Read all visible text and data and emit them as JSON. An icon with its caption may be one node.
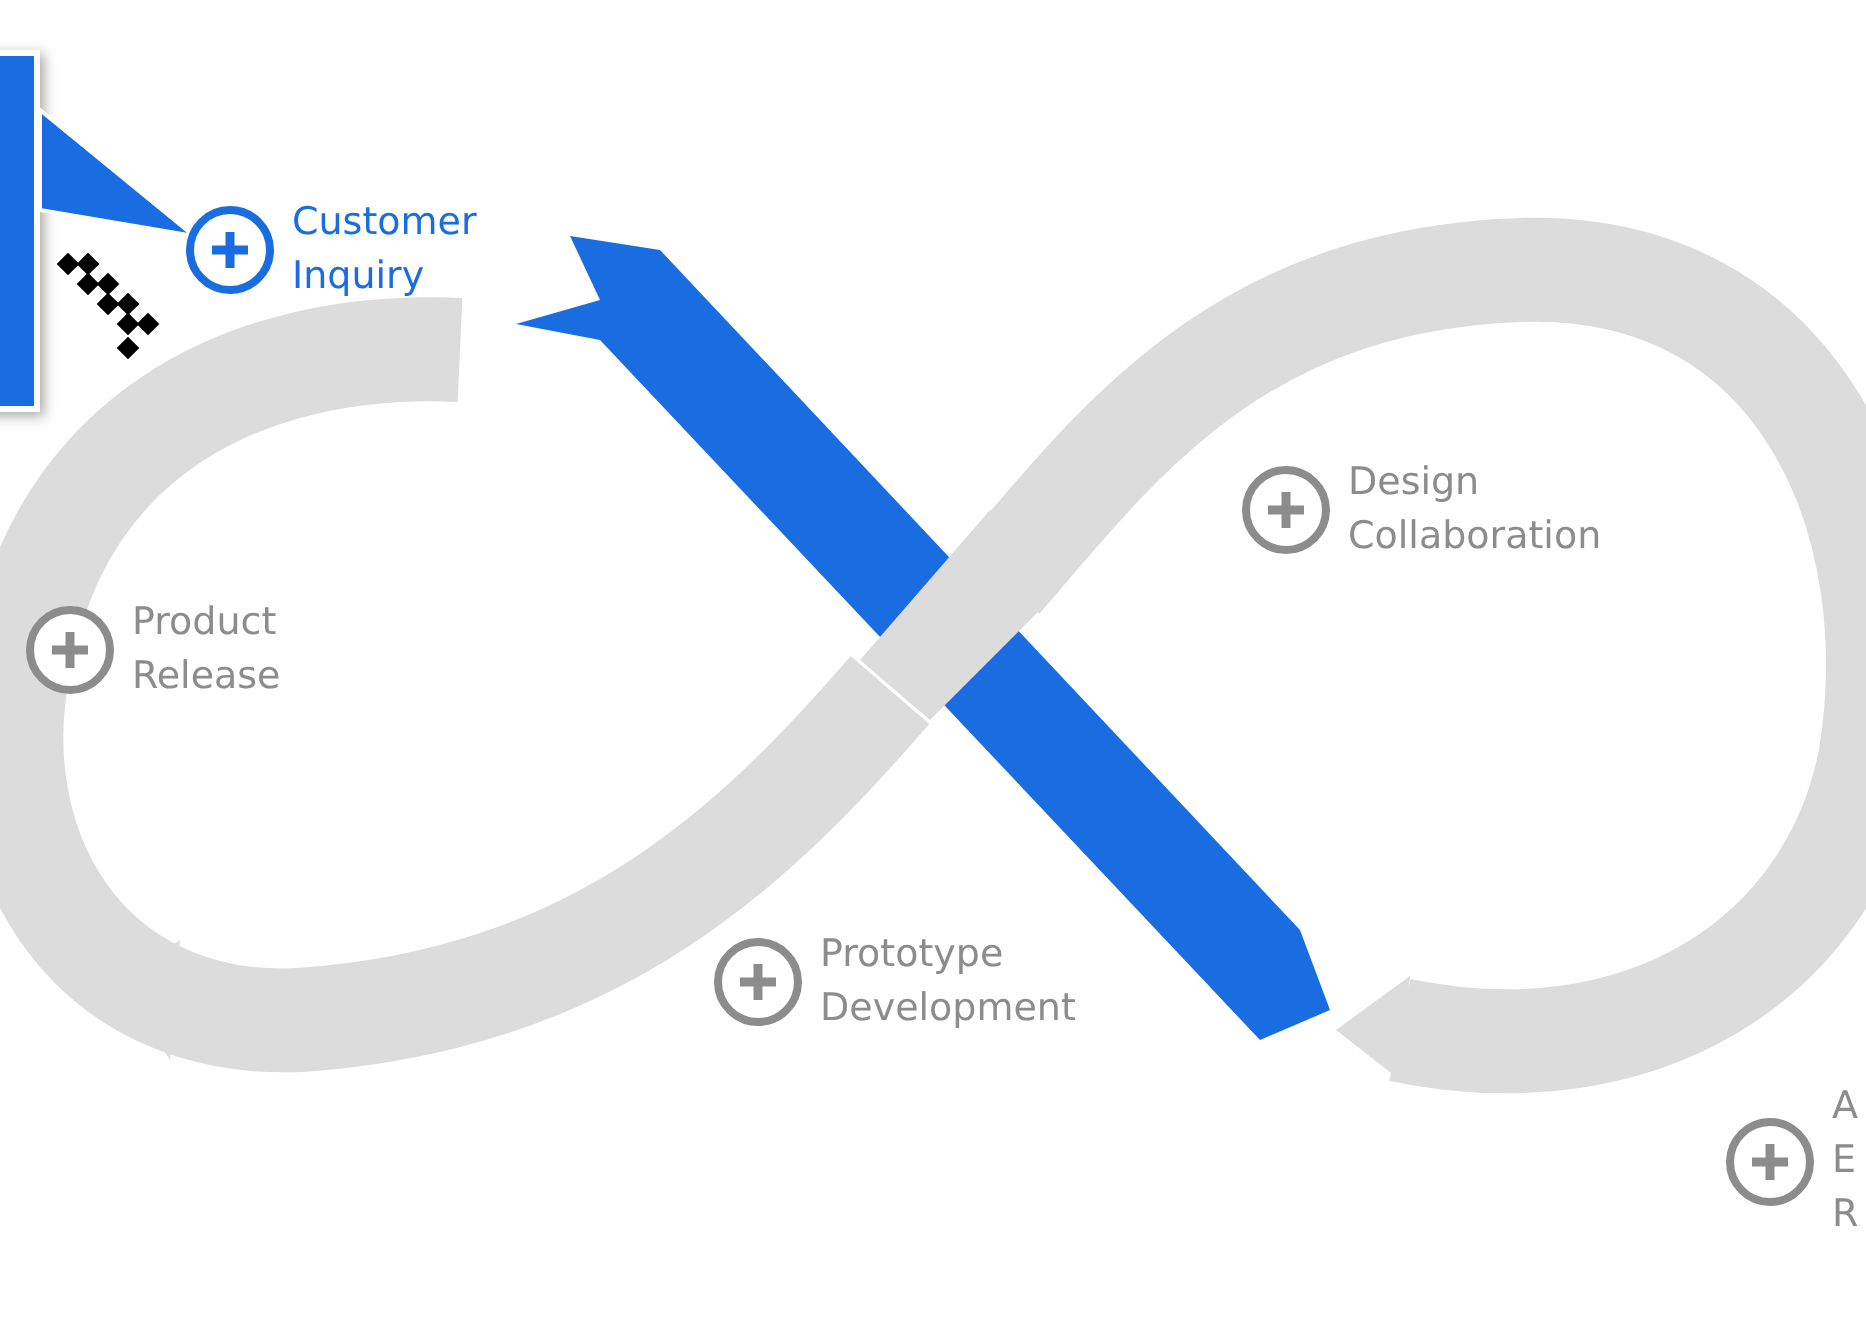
{
  "diagram": {
    "nodes": [
      {
        "text": [],
        "shape": "box"
      },
      {
        "text": [
          "Customer Inquiry"
        ]
      },
      {
        "text": [
          "Design Collaboration"
        ]
      },
      {
        "text": [
          "Product Release"
        ]
      },
      {
        "text": [
          "Prototype Development"
        ]
      },
      {
        "text": [
          "A E R"
        ]
      }
    ],
    "edges": [
      {
        "from": 0,
        "to": 1,
        "arrow": "to"
      }
    ]
  }
}
